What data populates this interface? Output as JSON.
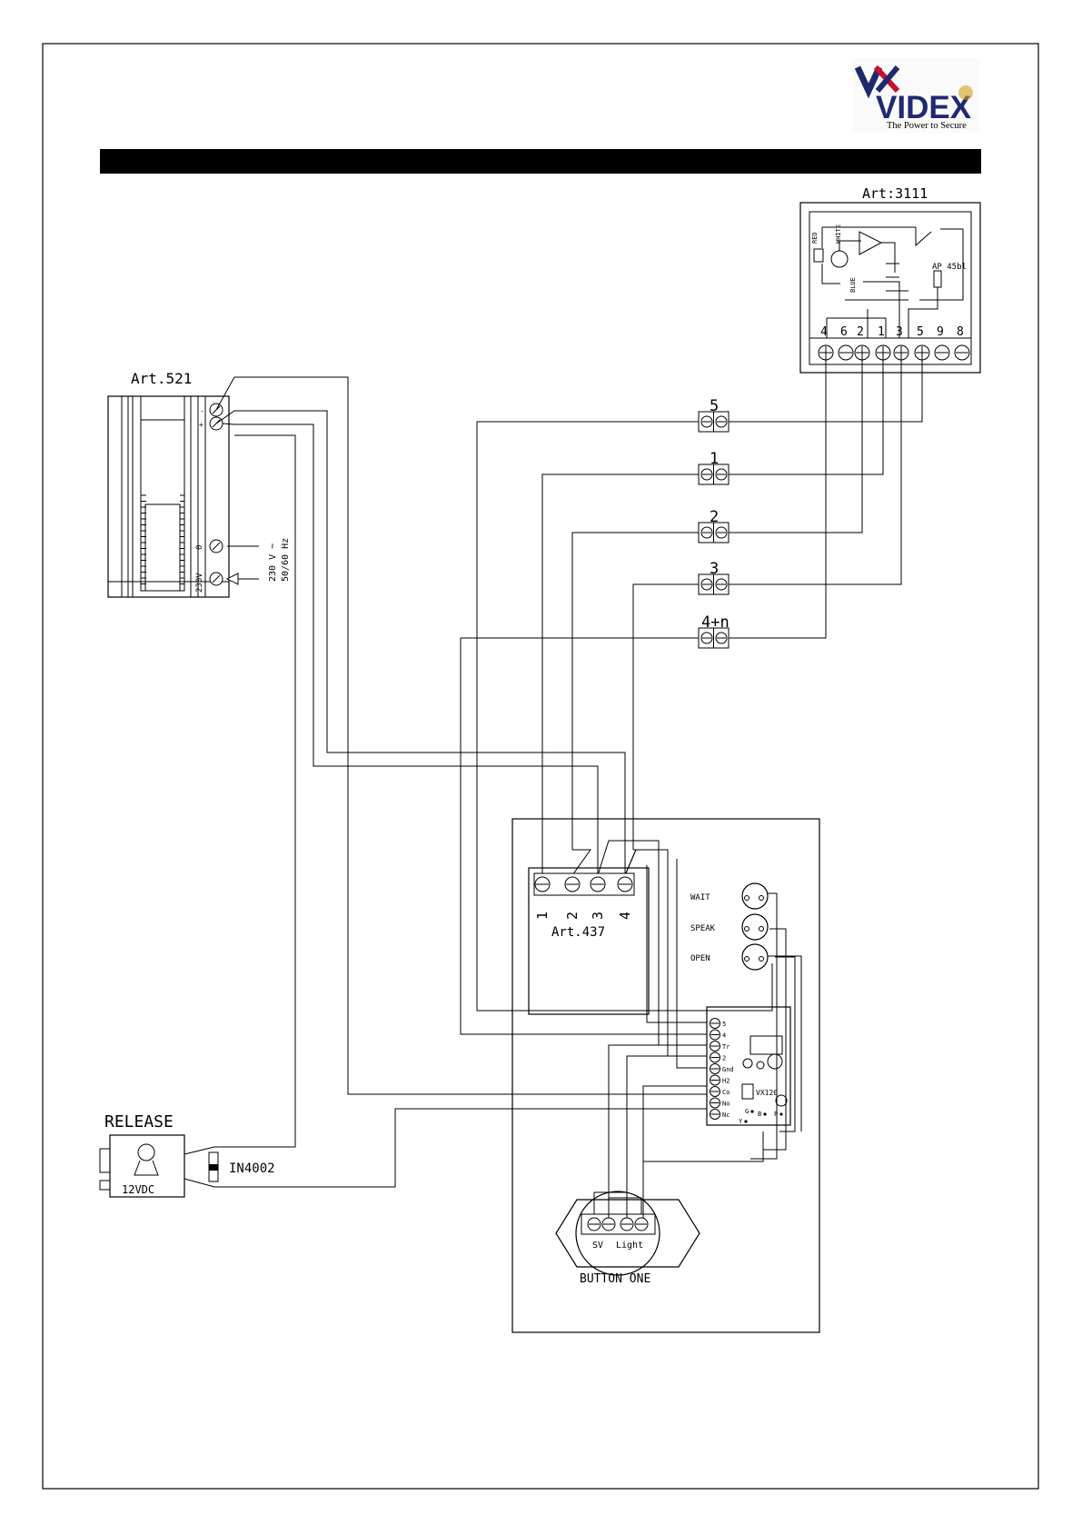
{
  "logo": {
    "wordmark": "VIDEX",
    "tagline": "The Power to Secure",
    "accent_color": "#c8102e"
  },
  "title_bar": {
    "text": ""
  },
  "art3111": {
    "label": "Art:3111",
    "terminals": [
      "4",
      "6",
      "2",
      "1",
      "3",
      "5",
      "9",
      "8"
    ],
    "components": {
      "red": "RED",
      "white": "WHITE",
      "blue": "BLUE",
      "part": "AP 45bl"
    }
  },
  "art521": {
    "label": "Art.521",
    "terminal_top_1": "-",
    "terminal_top_2": "+",
    "terminal_0": "0",
    "terminal_230": "230V",
    "mains_a": "230 V ~",
    "mains_b": "50/60 Hz"
  },
  "junctions": [
    "5",
    "1",
    "2",
    "3",
    "4+n"
  ],
  "release": {
    "title": "RELEASE",
    "voltage": "12VDC",
    "diode": "IN4002"
  },
  "art437": {
    "label": "Art.437",
    "terminals": [
      "1",
      "2",
      "3",
      "4"
    ]
  },
  "indicators": [
    "WAIT",
    "SPEAK",
    "OPEN"
  ],
  "vx120": {
    "label": "VX120",
    "terminals": [
      "5",
      "4",
      "Tr",
      "2",
      "Gnd",
      "H2",
      "Co",
      "No",
      "Nc"
    ],
    "leds": [
      "Y",
      "G",
      "B",
      "P"
    ]
  },
  "button": {
    "label": "BUTTON ONE",
    "sv": "SV",
    "light": "Light"
  },
  "footer": {
    "text": ""
  }
}
